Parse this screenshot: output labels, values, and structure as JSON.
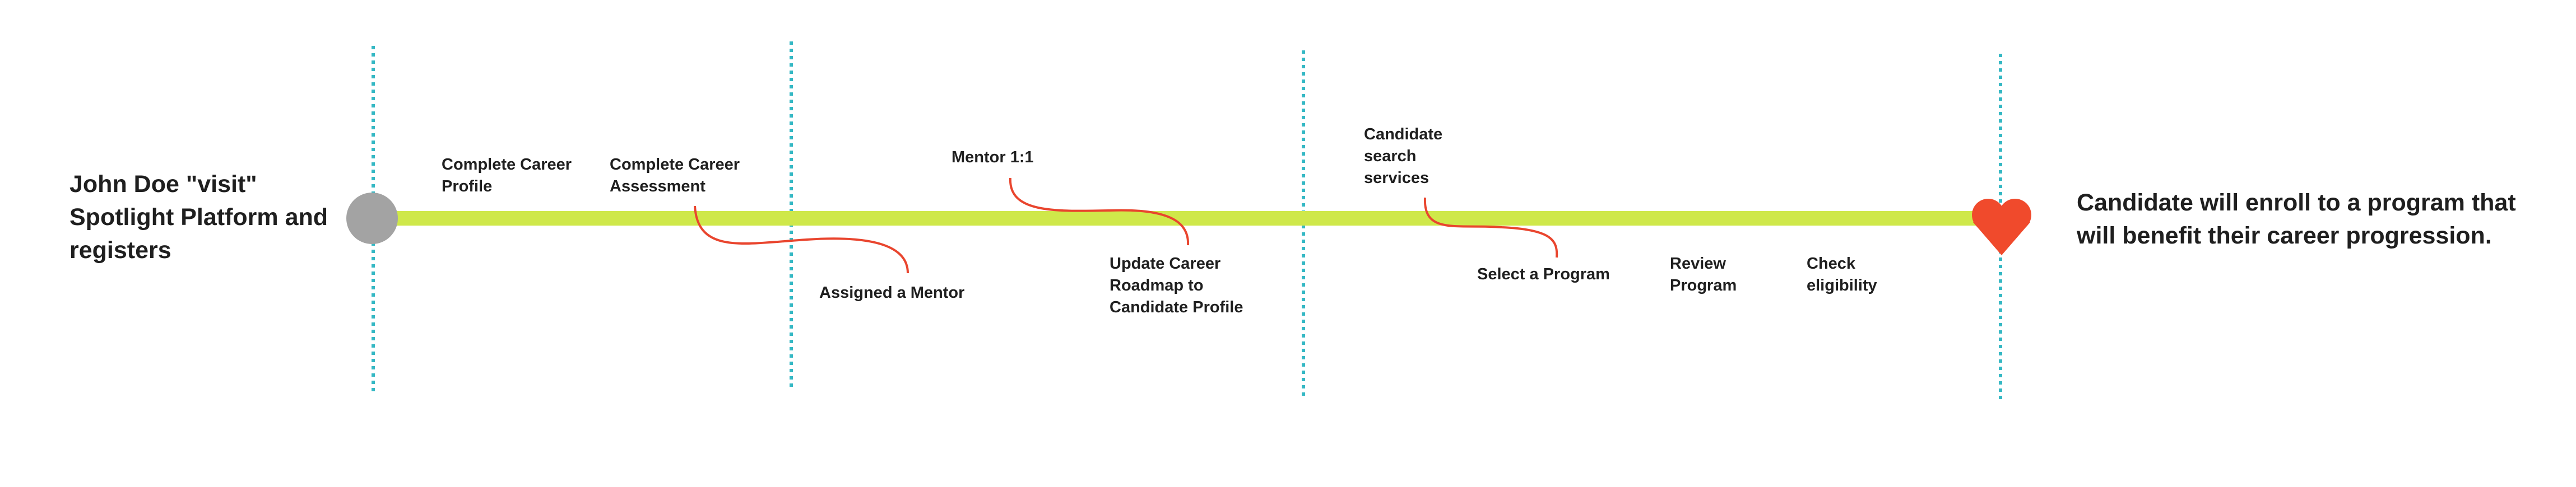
{
  "start": {
    "label": "John Doe \"visit\"\nSpotlight Platform and\nregisters"
  },
  "end": {
    "label": "Candidate will enroll to a program that\nwill benefit their career progression.",
    "icon": "heart-icon"
  },
  "steps": [
    {
      "label": "Complete Career\nProfile"
    },
    {
      "label": "Complete Career\nAssessment"
    },
    {
      "label": "Assigned a Mentor"
    },
    {
      "label": "Mentor 1:1"
    },
    {
      "label": "Update Career\nRoadmap to\nCandidate Profile"
    },
    {
      "label": "Candidate\nsearch\nservices"
    },
    {
      "label": "Select a Program"
    },
    {
      "label": "Review\nProgram"
    },
    {
      "label": "Check\neligibility"
    }
  ],
  "colors": {
    "timeline": "#cfe84a",
    "divider": "#35b8c4",
    "connector": "#e9452e",
    "start_node": "#a3a3a3",
    "end_node": "#f04a2c",
    "text": "#1f1f1f"
  }
}
